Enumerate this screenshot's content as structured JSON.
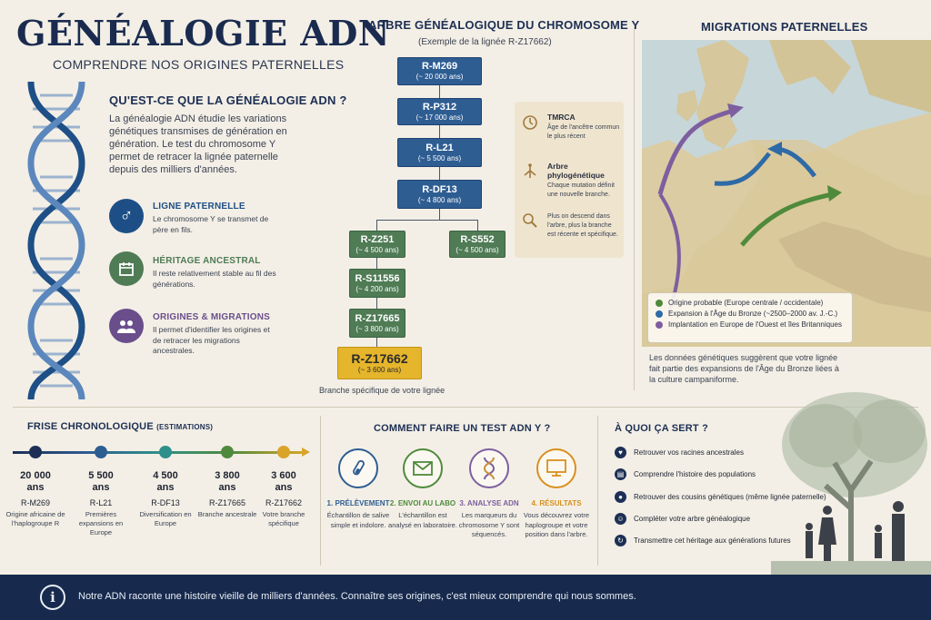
{
  "header": {
    "title": "GÉNÉALOGIE ADN",
    "subtitle": "COMPRENDRE NOS ORIGINES PATERNELLES"
  },
  "intro": {
    "heading": "QU'EST-CE QUE LA GÉNÉALOGIE ADN ?",
    "text": "La généalogie ADN étudie les variations génétiques transmises de génération en génération. Le test du chromosome Y permet de retracer la lignée paternelle depuis des milliers d'années."
  },
  "features": [
    {
      "title": "LIGNE PATERNELLE",
      "text": "Le chromosome Y se transmet de père en fils.",
      "icon": "male-symbol-icon",
      "color": "#1d4f86"
    },
    {
      "title": "HÉRITAGE ANCESTRAL",
      "text": "Il reste relativement stable au fil des générations.",
      "icon": "calendar-icon",
      "color": "#4f7b55"
    },
    {
      "title": "ORIGINES & MIGRATIONS",
      "text": "Il permet d'identifier les origines et de retracer les migrations ancestrales.",
      "icon": "people-icon",
      "color": "#6a4e8c"
    }
  ],
  "tree": {
    "title": "ARBRE GÉNÉALOGIQUE DU CHROMOSOME Y",
    "subtitle": "(Exemple de la lignée R-Z17662)",
    "nodes": [
      {
        "name": "R-M269",
        "age": "(~ 20 000 ans)"
      },
      {
        "name": "R-P312",
        "age": "(~ 17 000 ans)"
      },
      {
        "name": "R-L21",
        "age": "(~ 5 500 ans)"
      },
      {
        "name": "R-DF13",
        "age": "(~ 4 800 ans)"
      },
      {
        "name": "R-Z251",
        "age": "(~ 4 500 ans)"
      },
      {
        "name": "R-S552",
        "age": "(~ 4 500 ans)"
      },
      {
        "name": "R-S11556",
        "age": "(~ 4 200 ans)"
      },
      {
        "name": "R-Z17665",
        "age": "(~ 3 800 ans)"
      },
      {
        "name": "R-Z17662",
        "age": "(~ 3 600 ans)"
      }
    ],
    "caption": "Branche spécifique de votre lignée"
  },
  "info": [
    {
      "title": "TMRCA",
      "text": "Âge de l'ancêtre commun le plus récent",
      "icon": "clock-icon"
    },
    {
      "title": "Arbre phylogénétique",
      "text": "Chaque mutation définit une nouvelle branche.",
      "icon": "tree-icon"
    },
    {
      "title": "",
      "text": "Plus on descend dans l'arbre, plus la branche est récente et spécifique.",
      "icon": "magnifier-icon"
    }
  ],
  "map": {
    "title": "MIGRATIONS PATERNELLES",
    "legend": [
      {
        "label": "Origine probable (Europe centrale / occidentale)",
        "color": "#4f8a3c"
      },
      {
        "label": "Expansion à l'Âge du Bronze (~2500–2000 av. J.-C.)",
        "color": "#2e6aa6"
      },
      {
        "label": "Implantation en Europe de l'Ouest et îles Britanniques",
        "color": "#7d5fa0"
      }
    ],
    "note": "Les données génétiques suggèrent que votre lignée fait partie des expansions de l'Âge du Bronze liées à la culture campaniforme."
  },
  "timeline": {
    "title": "FRISE CHRONOLOGIQUE",
    "title_suffix": "(ESTIMATIONS)",
    "items": [
      {
        "year": "20 000",
        "unit": "ans",
        "name": "R-M269",
        "desc": "Origine africaine de l'haplogroupe R",
        "color": "#1d2f54"
      },
      {
        "year": "5 500",
        "unit": "ans",
        "name": "R-L21",
        "desc": "Premières expansions en Europe",
        "color": "#2e5d92"
      },
      {
        "year": "4 500",
        "unit": "ans",
        "name": "R-DF13",
        "desc": "Diversification en Europe",
        "color": "#2f8f8a"
      },
      {
        "year": "3 800",
        "unit": "ans",
        "name": "R-Z17665",
        "desc": "Branche ancestrale",
        "color": "#4f8a3c"
      },
      {
        "year": "3 600",
        "unit": "ans",
        "name": "R-Z17662",
        "desc": "Votre branche spécifique",
        "color": "#d8a42a"
      }
    ]
  },
  "test": {
    "title": "COMMENT FAIRE UN TEST ADN Y ?",
    "steps": [
      {
        "title": "1. PRÉLÈVEMENT",
        "text": "Échantillon de salive simple et indolore.",
        "color": "#2e5d92",
        "icon": "test-tube-icon"
      },
      {
        "title": "2. ENVOI AU LABO",
        "text": "L'échantillon est analysé en laboratoire.",
        "color": "#4f8a3c",
        "icon": "envelope-icon"
      },
      {
        "title": "3. ANALYSE ADN",
        "text": "Les marqueurs du chromosome Y sont séquencés.",
        "color": "#7d5fa0",
        "icon": "dna-icon"
      },
      {
        "title": "4. RÉSULTATS",
        "text": "Vous découvrez votre haplogroupe et votre position dans l'arbre.",
        "color": "#d8901e",
        "icon": "monitor-icon"
      }
    ]
  },
  "uses": {
    "title": "À QUOI ÇA SERT ?",
    "items": [
      {
        "label": "Retrouver vos racines ancestrales",
        "icon": "heart-icon"
      },
      {
        "label": "Comprendre l'histoire des populations",
        "icon": "book-icon"
      },
      {
        "label": "Retrouver des cousins génétiques (même lignée paternelle)",
        "icon": "group-icon"
      },
      {
        "label": "Compléter votre arbre généalogique",
        "icon": "person-icon"
      },
      {
        "label": "Transmettre cet héritage aux générations futures",
        "icon": "transmit-icon"
      }
    ]
  },
  "footer": {
    "icon": "info-icon",
    "text": "Notre ADN raconte une histoire vieille de milliers d'années.   Connaître ses origines, c'est mieux comprendre qui nous sommes."
  }
}
